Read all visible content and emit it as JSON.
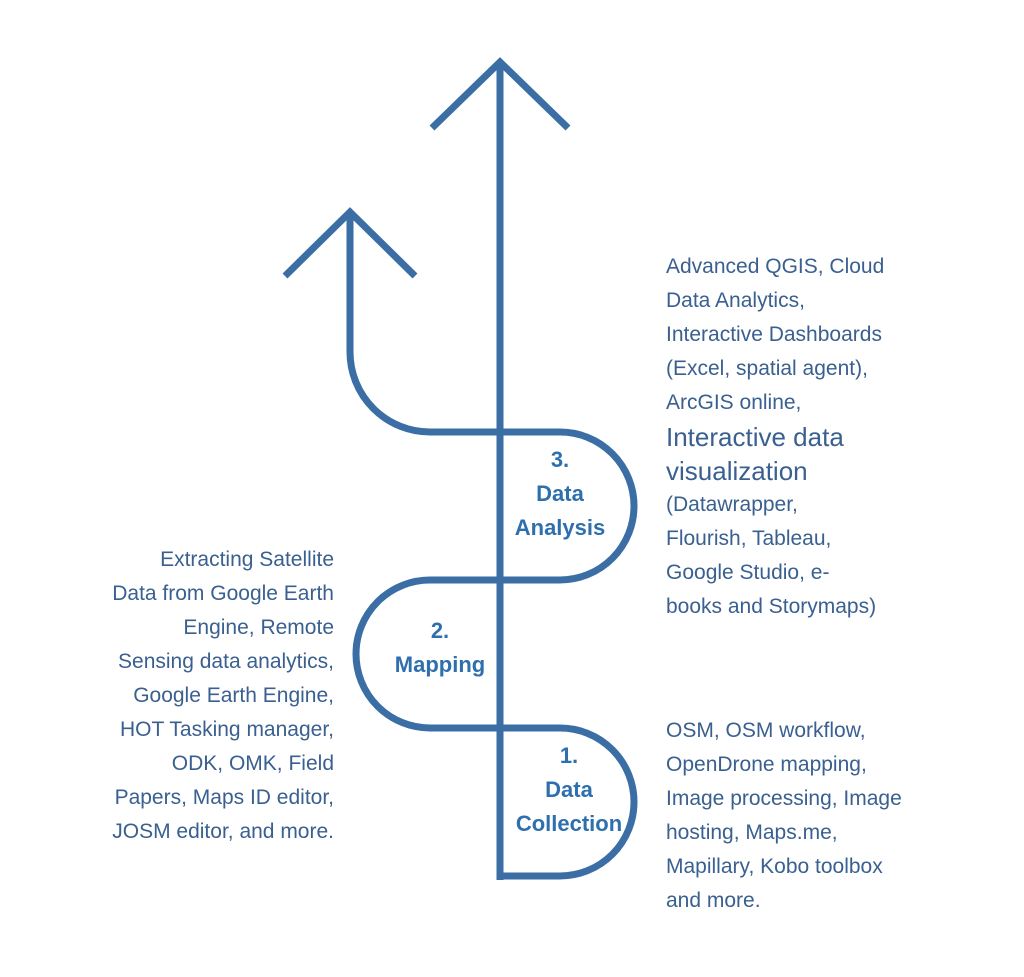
{
  "steps": {
    "collection": {
      "number": "1.",
      "line1": "Data",
      "line2": "Collection",
      "tools": [
        "OSM, OSM workflow,",
        "OpenDrone mapping,",
        "Image processing, Image",
        "hosting, Maps.me,",
        "Mapillary, Kobo toolbox",
        "and more."
      ]
    },
    "mapping": {
      "number": "2.",
      "line1": "Mapping",
      "tools": [
        "Extracting Satellite",
        "Data from Google Earth",
        "Engine, Remote",
        "Sensing data analytics,",
        "Google Earth Engine,",
        "HOT Tasking manager,",
        "ODK, OMK, Field",
        "Papers, Maps ID editor,",
        "JOSM editor, and more."
      ]
    },
    "analysis": {
      "number": "3.",
      "line1": "Data",
      "line2": "Analysis",
      "tools": [
        "Advanced QGIS, Cloud",
        "Data Analytics,",
        "Interactive Dashboards",
        "(Excel, spatial agent),",
        "ArcGIS online,",
        "Interactive data",
        "visualization",
        "(Datawrapper,",
        "Flourish, Tableau,",
        "Google Studio, e-",
        "books and Storymaps)"
      ]
    }
  },
  "colors": {
    "line": "#3a6ea5",
    "label": "#2e6fae",
    "text": "#3a6090"
  }
}
